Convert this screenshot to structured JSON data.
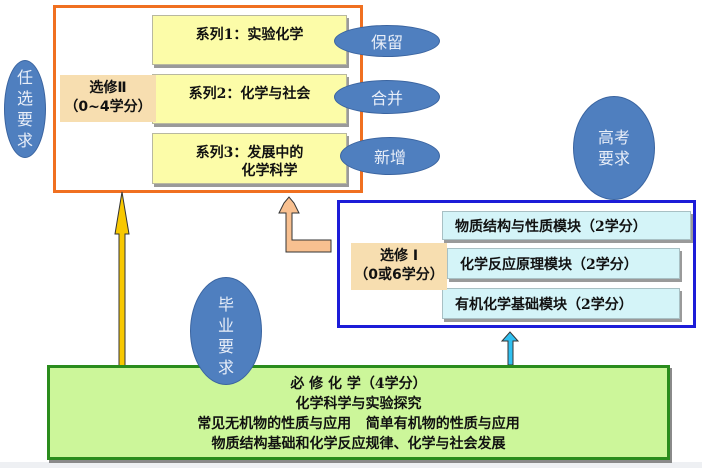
{
  "elective_2": {
    "label": "选修Ⅱ",
    "credits": "（0~4学分）",
    "series": [
      {
        "label": "系列1：实验化学",
        "status": "保留"
      },
      {
        "label": "系列2：化学与社会",
        "status": "合并"
      },
      {
        "label_line1": "系列3：发展中的",
        "label_line2": "化学科学",
        "status": "新增"
      }
    ]
  },
  "optional_requirement": [
    "任",
    "选",
    "要",
    "求"
  ],
  "gaokao_requirement": [
    "高考",
    "要求"
  ],
  "graduation_requirement": [
    "毕",
    "业",
    "要",
    "求"
  ],
  "elective_1": {
    "label": "选修 I",
    "credits": "（0或6学分）",
    "modules": [
      "物质结构与性质模块（2学分）",
      "化学反应原理模块（2学分）",
      "有机化学基础模块（2学分）"
    ]
  },
  "compulsory": {
    "lines": [
      "必 修 化 学（4学分）",
      "化学科学与实验探究",
      "常见无机物的性质与应用   简单有机物的性质与应用",
      "物质结构基础和化学反应规律、化学与社会发展"
    ]
  },
  "colors": {
    "orange_border": "#f07020",
    "blue_border": "#1c1cd8",
    "green_border": "#2a8c1c",
    "green_fill": "#ccf69a",
    "yellow_fill": "#fcfca8",
    "cyan_fill": "#d4f4f8",
    "tan_fill": "#f7deb0",
    "ellipse_fill": "#4f7fbf"
  }
}
